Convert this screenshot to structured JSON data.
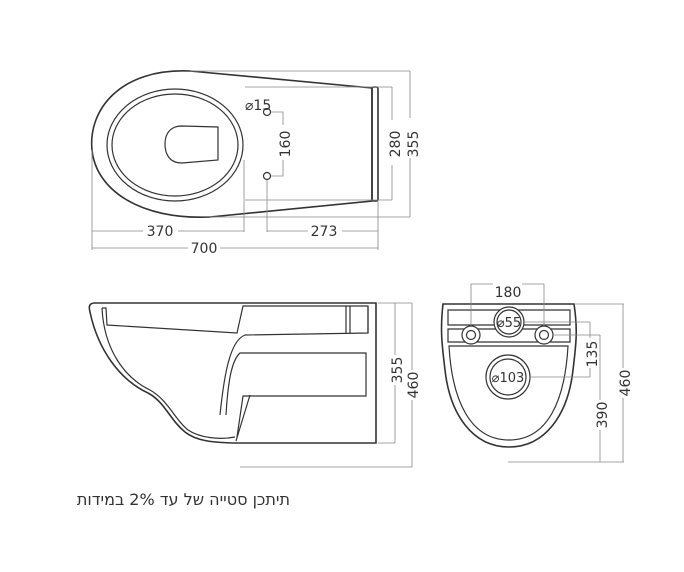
{
  "top_view": {
    "dimensions": {
      "hole_diameter": "⌀15",
      "hole_spacing": "160",
      "inner_height": "280",
      "total_height": "355",
      "front_to_hole": "370",
      "hole_to_wall": "273",
      "total_length": "700"
    }
  },
  "side_view": {
    "dimensions": {
      "height_inner": "355",
      "height_total": "460"
    }
  },
  "front_view": {
    "dimensions": {
      "bolt_spacing": "180",
      "inlet_diameter": "⌀55",
      "outlet_diameter": "⌀103",
      "inlet_to_outlet": "135",
      "bolt_to_bottom": "390",
      "total_height": "460"
    }
  },
  "caption": "תיתכן סטייה של עד 2% במידות"
}
